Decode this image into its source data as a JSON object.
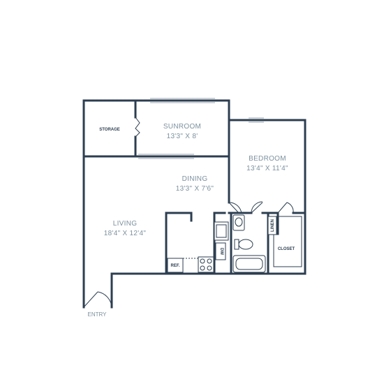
{
  "rooms": {
    "storage": {
      "name": "STORAGE"
    },
    "sunroom": {
      "name": "SUNROOM",
      "size": "13'3\" X 8'"
    },
    "bedroom": {
      "name": "BEDROOM",
      "size": "13'4\" X 11'4\""
    },
    "dining": {
      "name": "DINING",
      "size": "13'3\" X 7'6\""
    },
    "living": {
      "name": "LIVING",
      "size": "18'4\" X 12'4\""
    },
    "closet": {
      "name": "CLOSET"
    },
    "linen": {
      "name": "LINEN"
    }
  },
  "fixtures": {
    "refrigerator": "REF.",
    "dishwasher": "DW"
  },
  "entry": "ENTRY",
  "colors": {
    "wall": "#2c3e50",
    "label": "#7d919f",
    "window": "#9aa6b0"
  }
}
